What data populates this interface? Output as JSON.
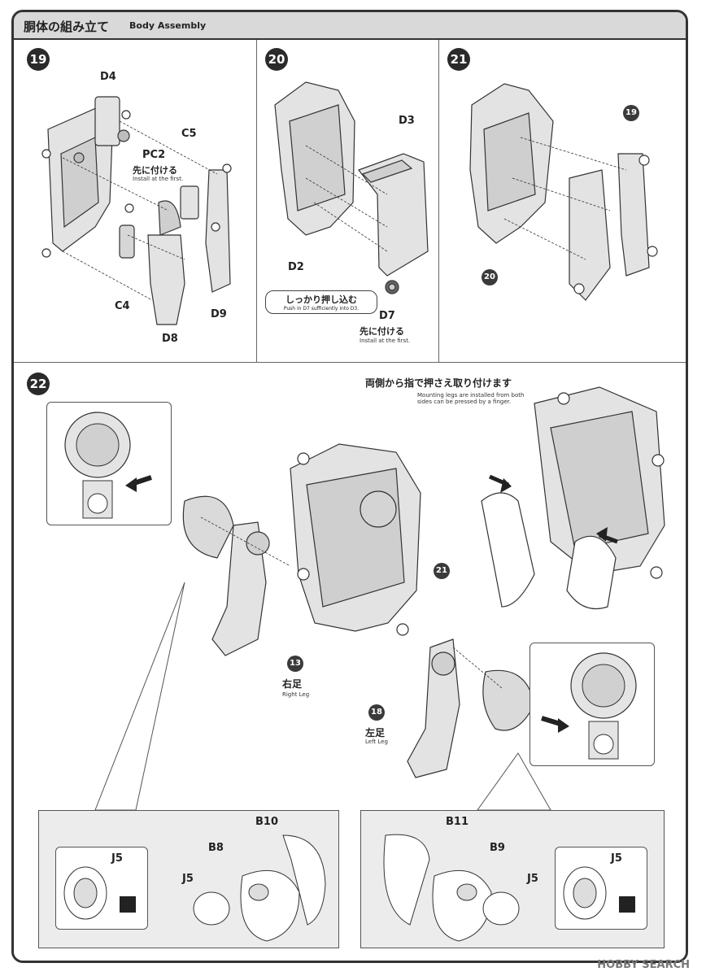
{
  "header": {
    "title_jp": "胴体の組み立て",
    "title_en": "Body Assembly"
  },
  "steps": [
    {
      "number": "19",
      "parts": [
        "D4",
        "PC2",
        "C5",
        "C4",
        "D8",
        "D9"
      ],
      "note_jp": "先に付ける",
      "note_en": "Install at the first."
    },
    {
      "number": "20",
      "parts": [
        "D3",
        "D2",
        "D7"
      ],
      "callout_jp": "しっかり押し込む",
      "callout_en": "Push in D7 sufficiently into D3.",
      "note_jp": "先に付ける",
      "note_en": "Install at the first."
    },
    {
      "number": "21",
      "refs": [
        "19",
        "20"
      ]
    },
    {
      "number": "22",
      "instruction_jp": "両側から指で押さえ取り付けます",
      "instruction_en": "Mounting legs are installed from both sides can be pressed by a finger.",
      "body_ref": "21",
      "right_leg": {
        "ref": "13",
        "jp": "右足",
        "en": "Right Leg"
      },
      "left_leg": {
        "ref": "18",
        "jp": "左足",
        "en": "Left Leg"
      },
      "detail_left": {
        "parts": [
          "B10",
          "B8",
          "J5",
          "J5"
        ]
      },
      "detail_right": {
        "parts": [
          "B11",
          "B9",
          "J5",
          "J5"
        ]
      }
    }
  ],
  "watermark": "HOBBY SEARCH"
}
